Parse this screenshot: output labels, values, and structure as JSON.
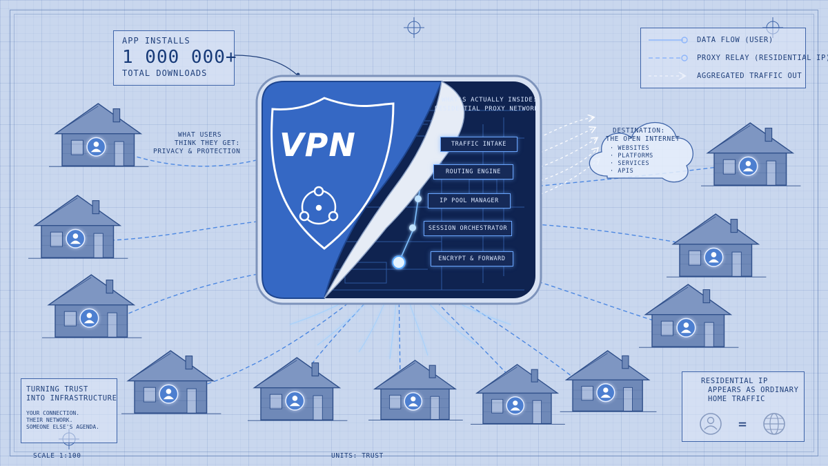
{
  "installs": {
    "label": "APP INSTALLS",
    "value": "1 000 000+",
    "sub": "TOTAL DOWNLOADS"
  },
  "legend": [
    {
      "label": "DATA FLOW (USER)"
    },
    {
      "label": "PROXY RELAY (RESIDENTIAL IP)"
    },
    {
      "label": "AGGREGATED TRAFFIC OUT"
    }
  ],
  "users_think": [
    "WHAT USERS",
    "THINK THEY GET:",
    "PRIVACY & PROTECTION"
  ],
  "app": {
    "cover_text": "VPN",
    "inside_title": [
      "WHAT'S ACTUALLY INSIDE:",
      "RESIDENTIAL PROXY NETWORK"
    ],
    "stages": [
      "TRAFFIC INTAKE",
      "ROUTING ENGINE",
      "IP POOL MANAGER",
      "SESSION ORCHESTRATOR",
      "ENCRYPT & FORWARD"
    ]
  },
  "destination": {
    "title": "DESTINATION:",
    "subtitle": "THE OPEN INTERNET",
    "items": [
      "· WEBSITES",
      "· PLATFORMS",
      "· SERVICES",
      "· APIS"
    ]
  },
  "trust": {
    "title": [
      "TURNING TRUST",
      "INTO INFRASTRUCTURE"
    ],
    "lines": [
      "YOUR CONNECTION.",
      "THEIR NETWORK.",
      "SOMEONE ELSE'S AGENDA."
    ]
  },
  "residential": {
    "title": [
      "RESIDENTIAL IP",
      "APPEARS AS ORDINARY",
      "HOME TRAFFIC"
    ],
    "equals": "="
  },
  "footer": {
    "scale": "SCALE 1:100",
    "units": "UNITS: TRUST"
  },
  "colors": {
    "ink": "#1f3f7a",
    "glow": "#5aa9ff",
    "panel": "#0f2350",
    "cover": "#3568c4"
  },
  "icons": [
    "user-icon",
    "globe-icon",
    "shield-icon",
    "cloud-icon",
    "house-icon"
  ]
}
